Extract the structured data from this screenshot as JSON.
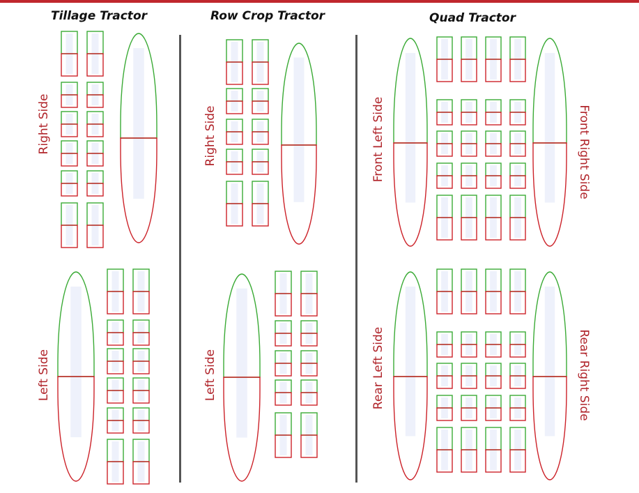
{
  "colors": {
    "top_rule": "#c0272d",
    "divider": "#555555",
    "green": "#3aaa35",
    "red": "#cc2229",
    "fill": "#eef1fb",
    "label": "#b0242a",
    "title": "#111111"
  },
  "tillage": {
    "title": "Tillage Tractor",
    "right_label": "Right Side",
    "left_label": "Left Side"
  },
  "rowcrop": {
    "title": "Row Crop Tractor",
    "right_label": "Right Side",
    "left_label": "Left Side"
  },
  "quad": {
    "title": "Quad Tractor",
    "front_left_label": "Front Left Side",
    "front_right_label": "Front Right Side",
    "rear_left_label": "Rear Left Side",
    "rear_right_label": "Rear Right Side"
  }
}
